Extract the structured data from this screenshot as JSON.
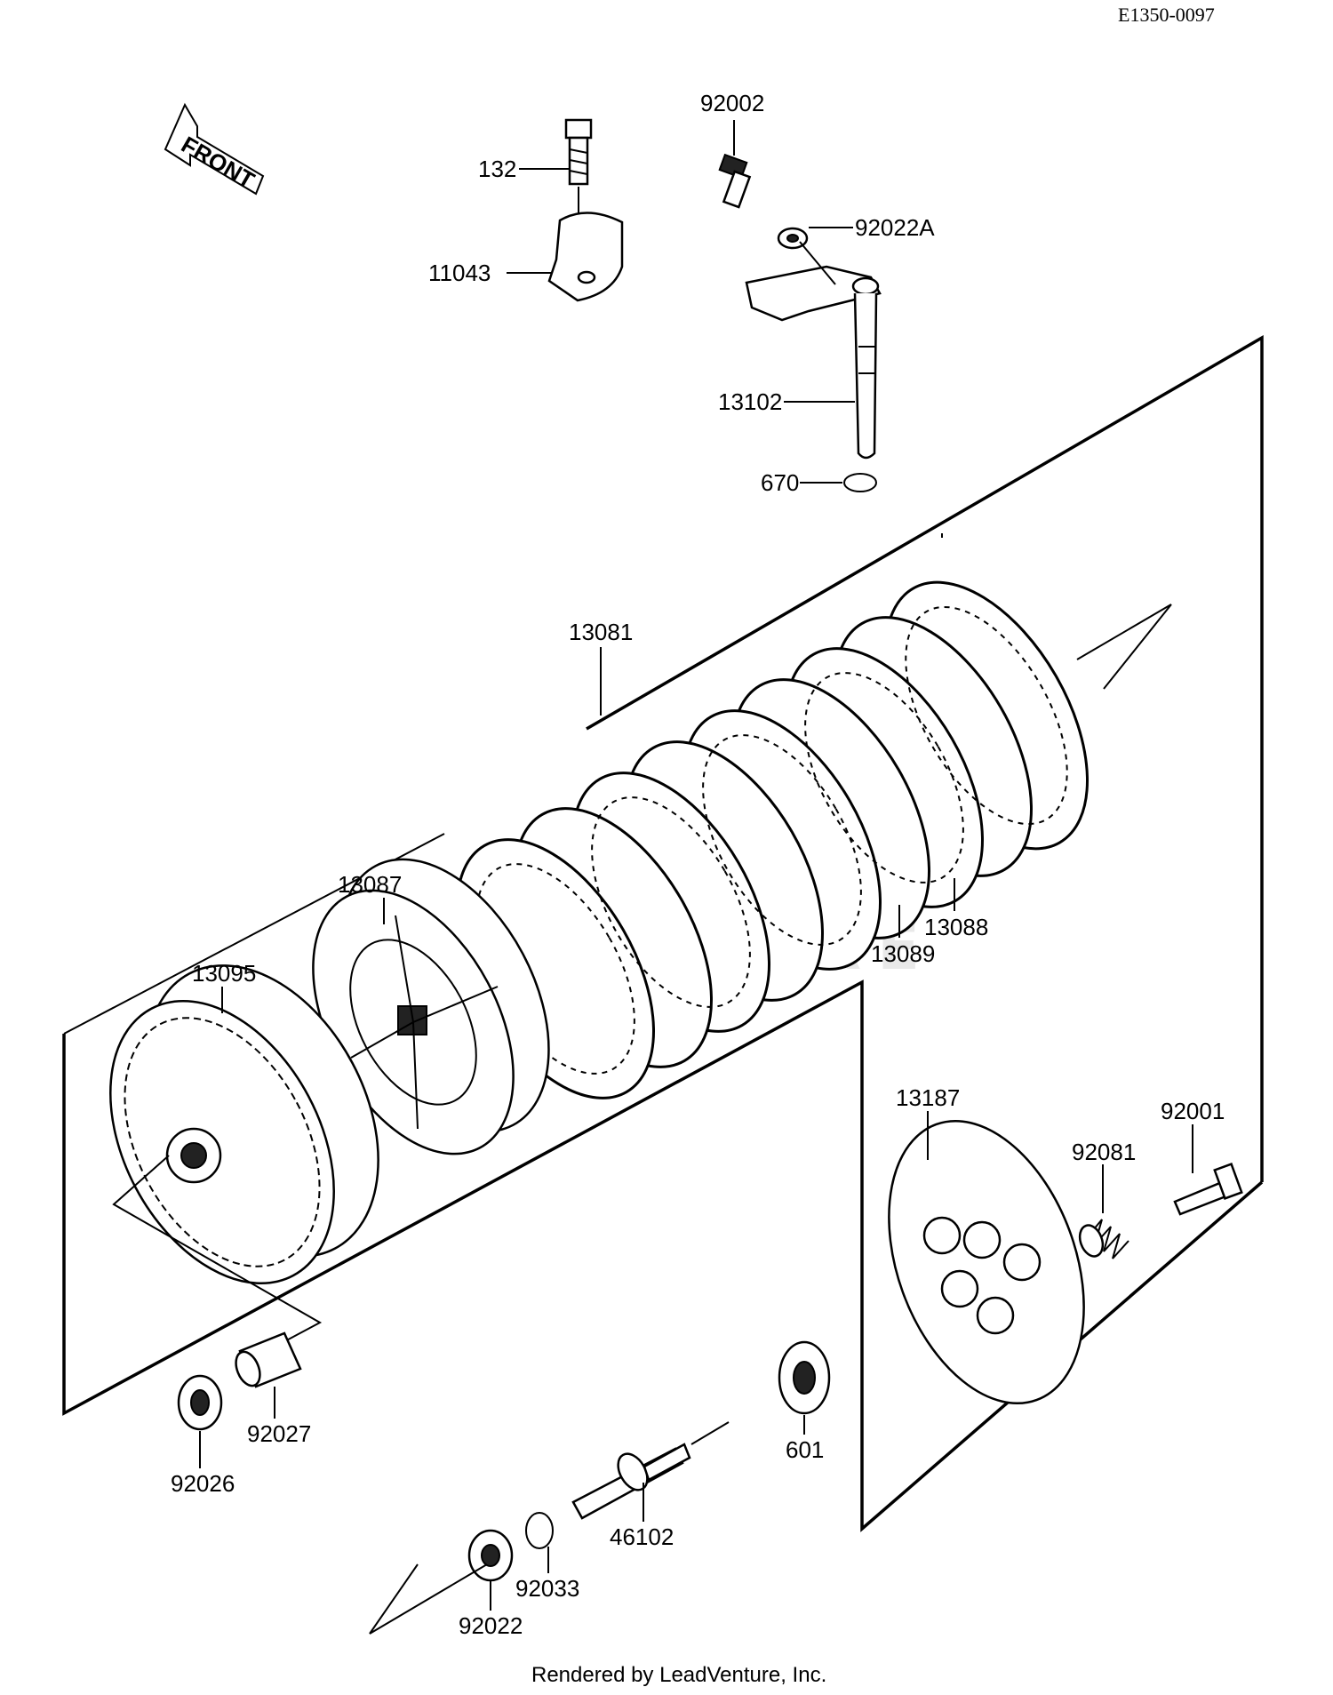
{
  "drawing_code": "E1350-0097",
  "front_label": "FRONT",
  "footer": "Rendered by LeadVenture, Inc.",
  "parts": {
    "p132": "132",
    "p11043": "11043",
    "p92002": "92002",
    "p92022A": "92022A",
    "p13102": "13102",
    "p670": "670",
    "p13081": "13081",
    "p13087": "13087",
    "p13095": "13095",
    "p13088": "13088",
    "p13089": "13089",
    "p13187": "13187",
    "p92081": "92081",
    "p92001": "92001",
    "p92027": "92027",
    "p92026": "92026",
    "p601": "601",
    "p46102": "46102",
    "p92033": "92033",
    "p92022": "92022"
  }
}
